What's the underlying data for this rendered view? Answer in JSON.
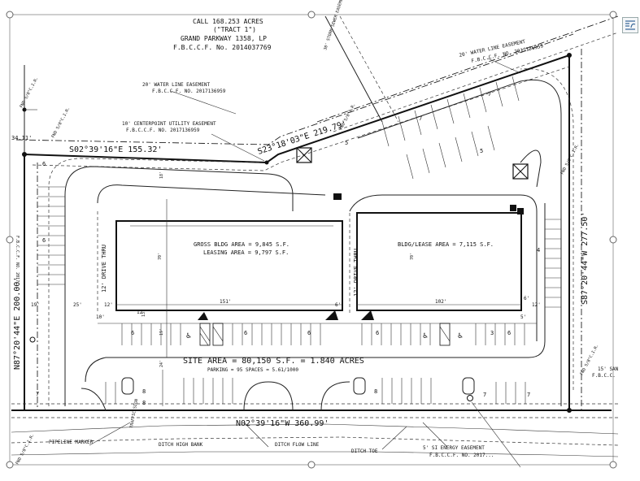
{
  "owner_note": {
    "line1": "CALL 168.253 ACRES",
    "line2": "(\"TRACT 1\")",
    "line3": "GRAND PARKWAY 1358, LP",
    "line4": "F.B.C.C.F. No. 2014037769"
  },
  "bearings": {
    "north_top": "S02°39'16\"E   155.32'",
    "angled_top": "S23°18'03\"E  219.79'",
    "east": "S87°20'44\"W   277.50'",
    "west": "N87°20'44\"E   200.00'",
    "south": "N02°39'16\"W   360.99'",
    "short_nw": "34.11'"
  },
  "easements": {
    "water_top": "20' WATER LINE EASEMENT",
    "water_top_ref": "F.B.C.C.F. NO. 2017136959",
    "water_mid": "20' WATER LINE EASEMENT",
    "water_mid_ref": "F.B.C.C.F. NO. 2017136959",
    "utility": "10' CENTERPOINT UTILITY EASEMENT",
    "utility_ref": "F.B.C.C.F. NO. 2017136959",
    "energy": "5' SI ENERGY EASEMENT",
    "energy_ref": "F.B.C.C.F. NO. 2017...",
    "west_ref": "F.B.C.C.F. NO. 2017...",
    "san": "15' SAN",
    "san_ref": "F.B.C.C."
  },
  "buildings": {
    "left_area": "GROSS BLDG AREA = 9,845 S.F.",
    "left_leasing": "LEASING AREA = 9,797 S.F.",
    "right_area": "BLDG/LEASE AREA = 7,115 S.F.",
    "drive_thru": "12' DRIVE THRU",
    "dims": {
      "left_width": "151'",
      "right_width": "102'",
      "depth": "70'",
      "d25": "25'",
      "d12a": "12'",
      "d12b": "12'",
      "d12c": "12'",
      "d10": "10'",
      "d6a": "6'",
      "d6b": "6'",
      "d19a": "19'",
      "d19b": "19'",
      "d24": "24'",
      "d18": "18'",
      "d13": "13'",
      "d5": "5'"
    }
  },
  "site": {
    "area": "SITE AREA = 80,150 S.F. = 1.840 ACRES",
    "parking": "PARKING = 95 SPACES = 5.61/1000"
  },
  "labels": {
    "pipeline": "PIPELINE MARKER",
    "traffic": "TRAFFIC SIGN",
    "ditch_high": "DITCH HIGH BANK",
    "ditch_flow": "DITCH FLOW LINE",
    "ditch_toe": "DITCH TOE",
    "fnd_cir_a": "FND 5/8\"C.I.R.",
    "fnd_cir_b": "FND 5/8\"C.I.R.",
    "fnd_cir_c": "FND 5/8\"C.I.R.",
    "fnd_cir_d": "FND 5/8\"C.I.R.",
    "fnd_ir": "FND 5/8\"I.R.",
    "nw_corner": "FND 5/8\"C.I.R.",
    "rotated_note": "30' STORM SEWER EASEMENT"
  },
  "parking_counts": {
    "top_left": "7",
    "top_right": "5",
    "angled_a": "7",
    "angled_b": "5",
    "west_top": "6",
    "west_mid": "6",
    "bl_a": "6",
    "bl_b": "6",
    "bl_c": "6",
    "br_a": "6",
    "br_b": "6",
    "br_c": "3",
    "east_mid": "4",
    "south_a": "7",
    "south_b": "8",
    "south_c": "8",
    "south_d": "8",
    "south_e": "7",
    "south_f": "7"
  }
}
